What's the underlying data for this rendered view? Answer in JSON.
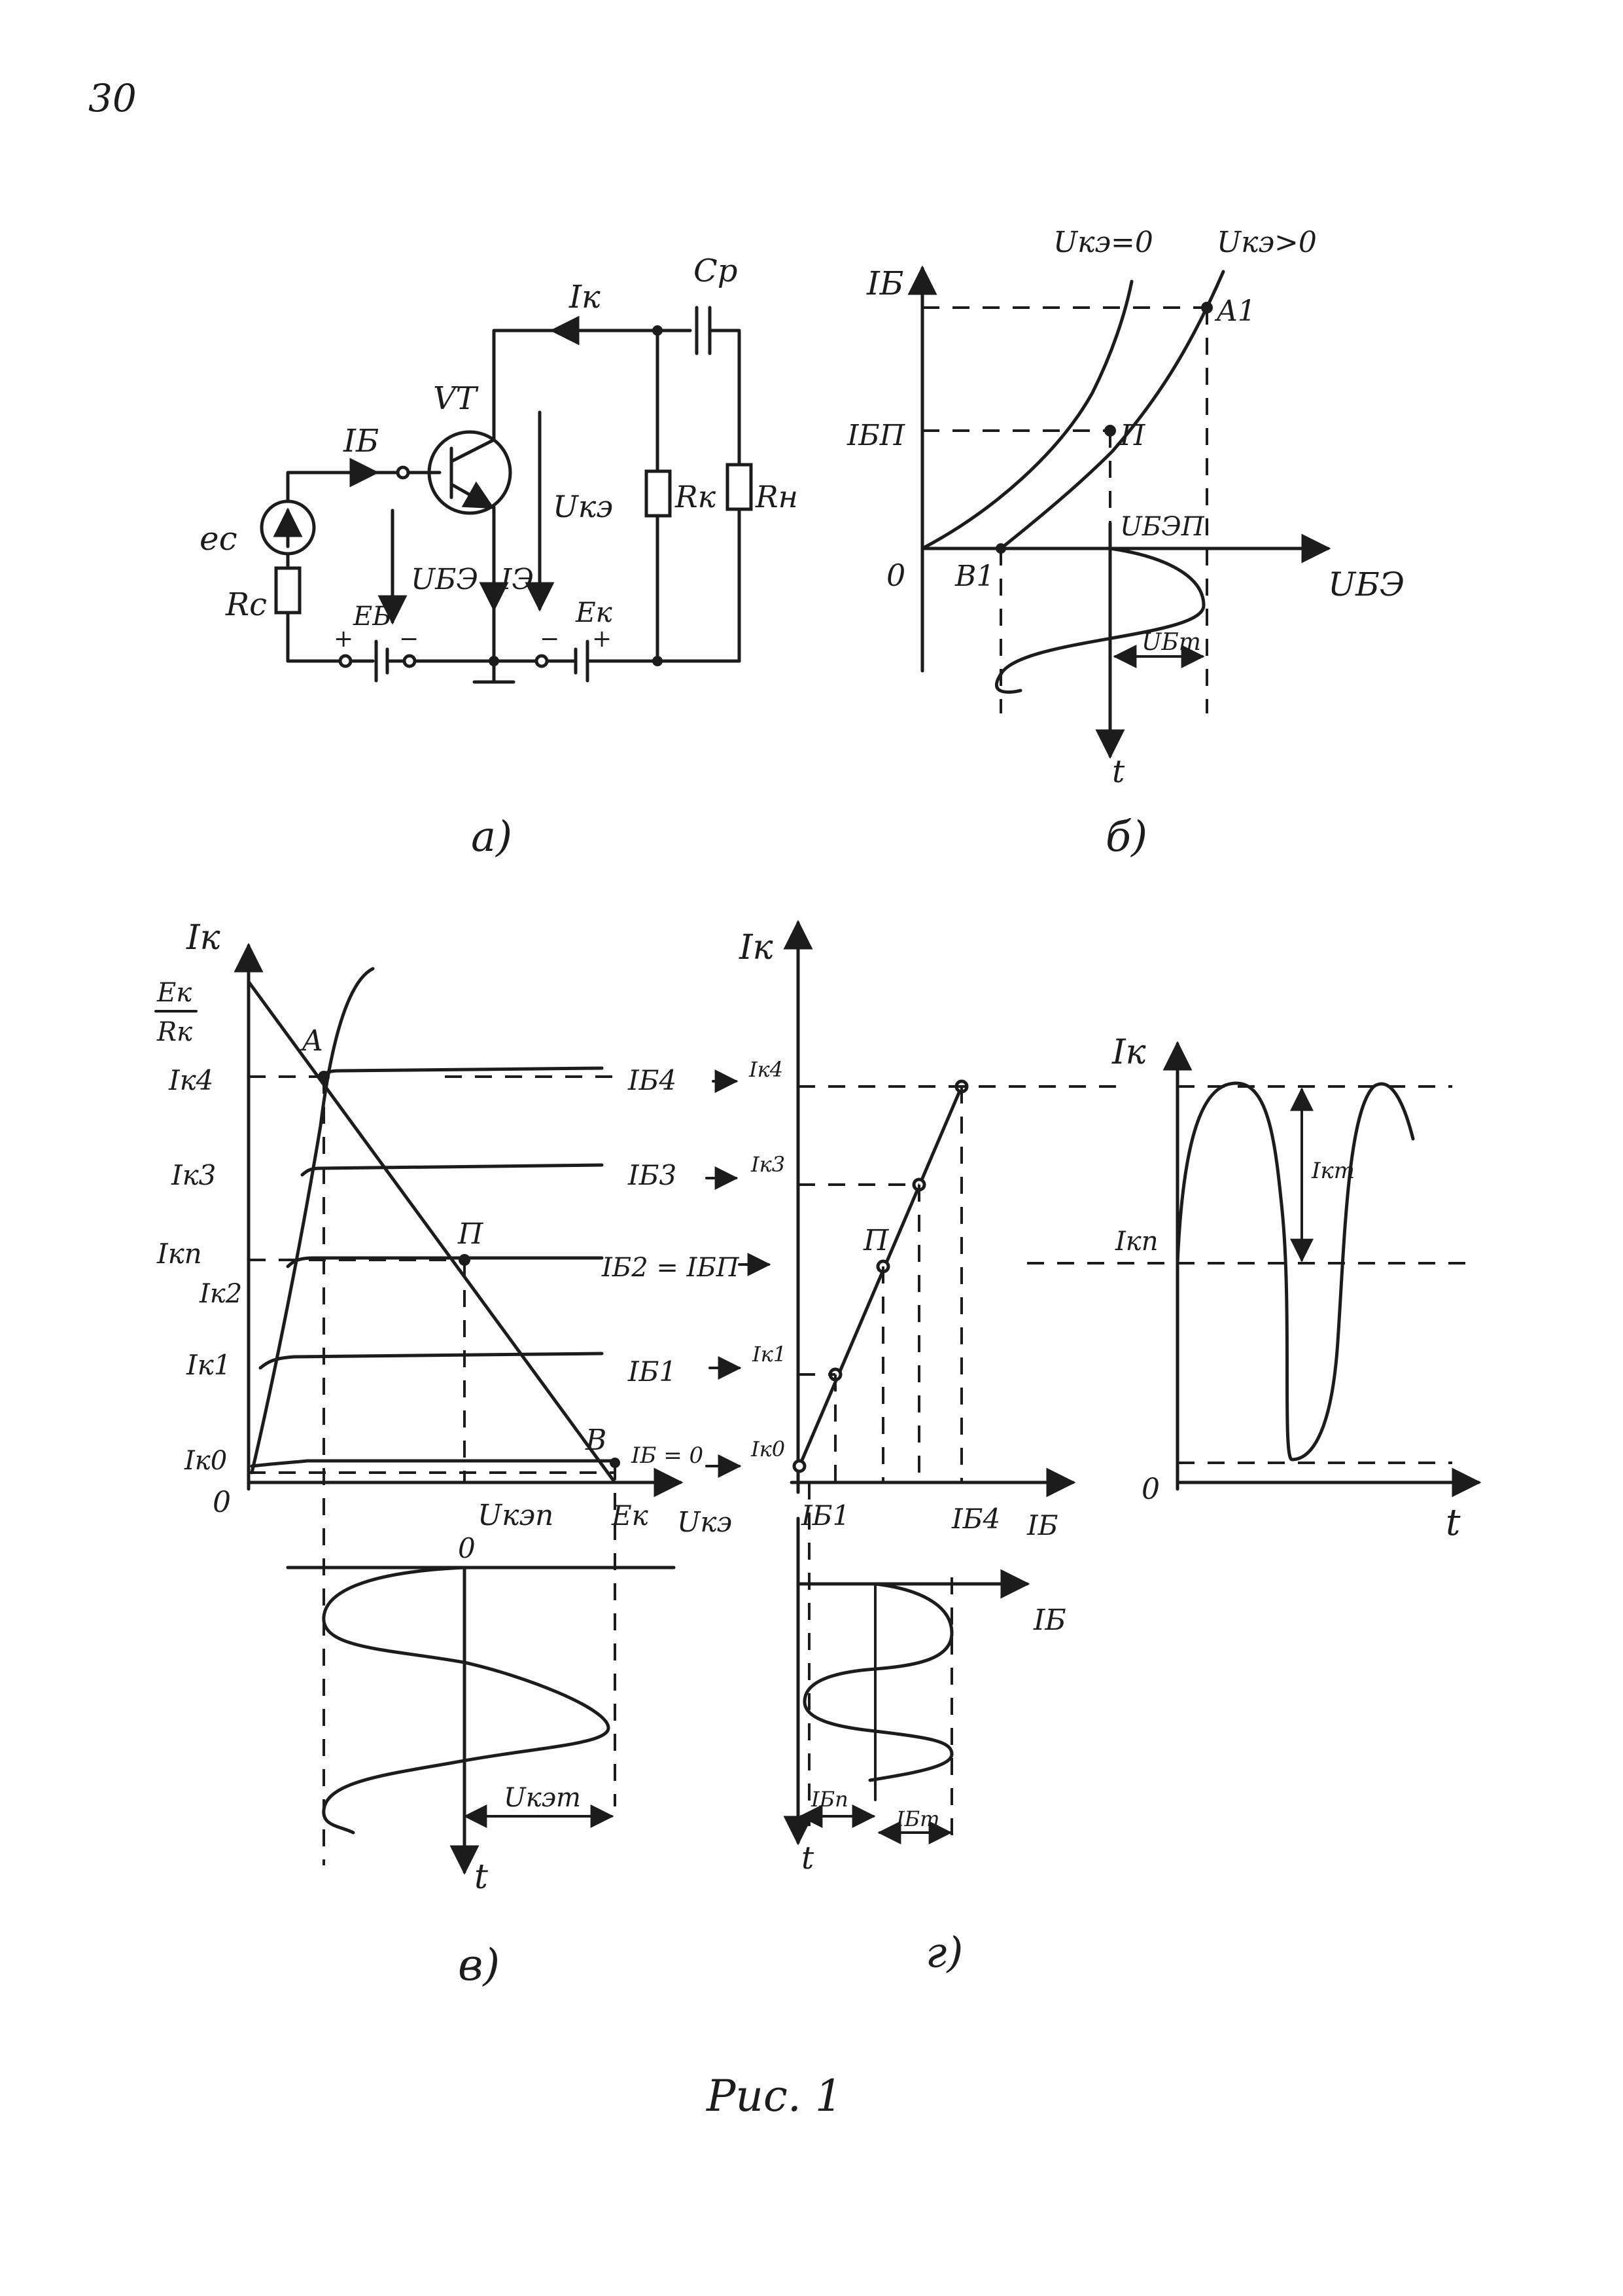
{
  "page_number": "30",
  "caption": "Рис. 1",
  "panel_labels": {
    "a": "а)",
    "b": "б)",
    "v": "в)",
    "g": "г)"
  },
  "circuit": {
    "transistor": "VT",
    "collector_current": "Iк",
    "capacitor": "Cр",
    "base_current": "IБ",
    "source": "ec",
    "source_resistor": "Rc",
    "u_be": "UБЭ",
    "u_ce": "Uкэ",
    "emitter_current": "IЭ",
    "base_supply": "EБ",
    "collector_supply": "Eк",
    "collector_resistor": "Rк",
    "load_resistor": "Rн",
    "plus": "+",
    "minus": "−"
  },
  "input_char": {
    "y_axis": "IБ",
    "x_axis": "UБЭ",
    "origin": "0",
    "curve_zero": "Uкэ=0",
    "curve_pos": "Uкэ>0",
    "point_a": "A1",
    "point_b": "B1",
    "point_p": "П",
    "ib_q": "IБП",
    "ube_q": "UБЭП",
    "amplitude": "UБm",
    "time_axis": "t"
  },
  "output_char": {
    "y_axis": "Iк",
    "ratio_top": "Eк",
    "ratio_bottom": "Rк",
    "ik4": "Iк4",
    "ik3": "Iк3",
    "ikp": "Iкп",
    "ik2": "Iк2",
    "ik1": "Iк1",
    "ik0": "Iк0",
    "origin": "0",
    "point_a": "A",
    "point_p": "П",
    "point_b": "B",
    "ib4": "IБ4",
    "ib3": "IБ3",
    "ib2": "IБ2 = IБП",
    "ib1": "IБ1",
    "ib0": "IБ = 0",
    "ukep": "Uкэп",
    "ek": "Eк",
    "x_axis": "Uкэ",
    "zero_o": "0",
    "amplitude": "Uкэm",
    "time_axis": "t"
  },
  "transfer_char": {
    "y_axis": "Iк",
    "ik4": "Iк4",
    "ik3": "Iк3",
    "ik1": "Iк1",
    "ik0": "Iк0",
    "point_p": "П",
    "ib1": "IБ1",
    "ib4": "IБ4",
    "x_axis": "IБ",
    "time_axis": "t",
    "ibp": "IБп",
    "ibm": "IБm"
  },
  "time_plot": {
    "y_axis": "Iк",
    "ikp": "Iкп",
    "ikm": "Iкm",
    "origin": "0",
    "time_axis": "t"
  }
}
